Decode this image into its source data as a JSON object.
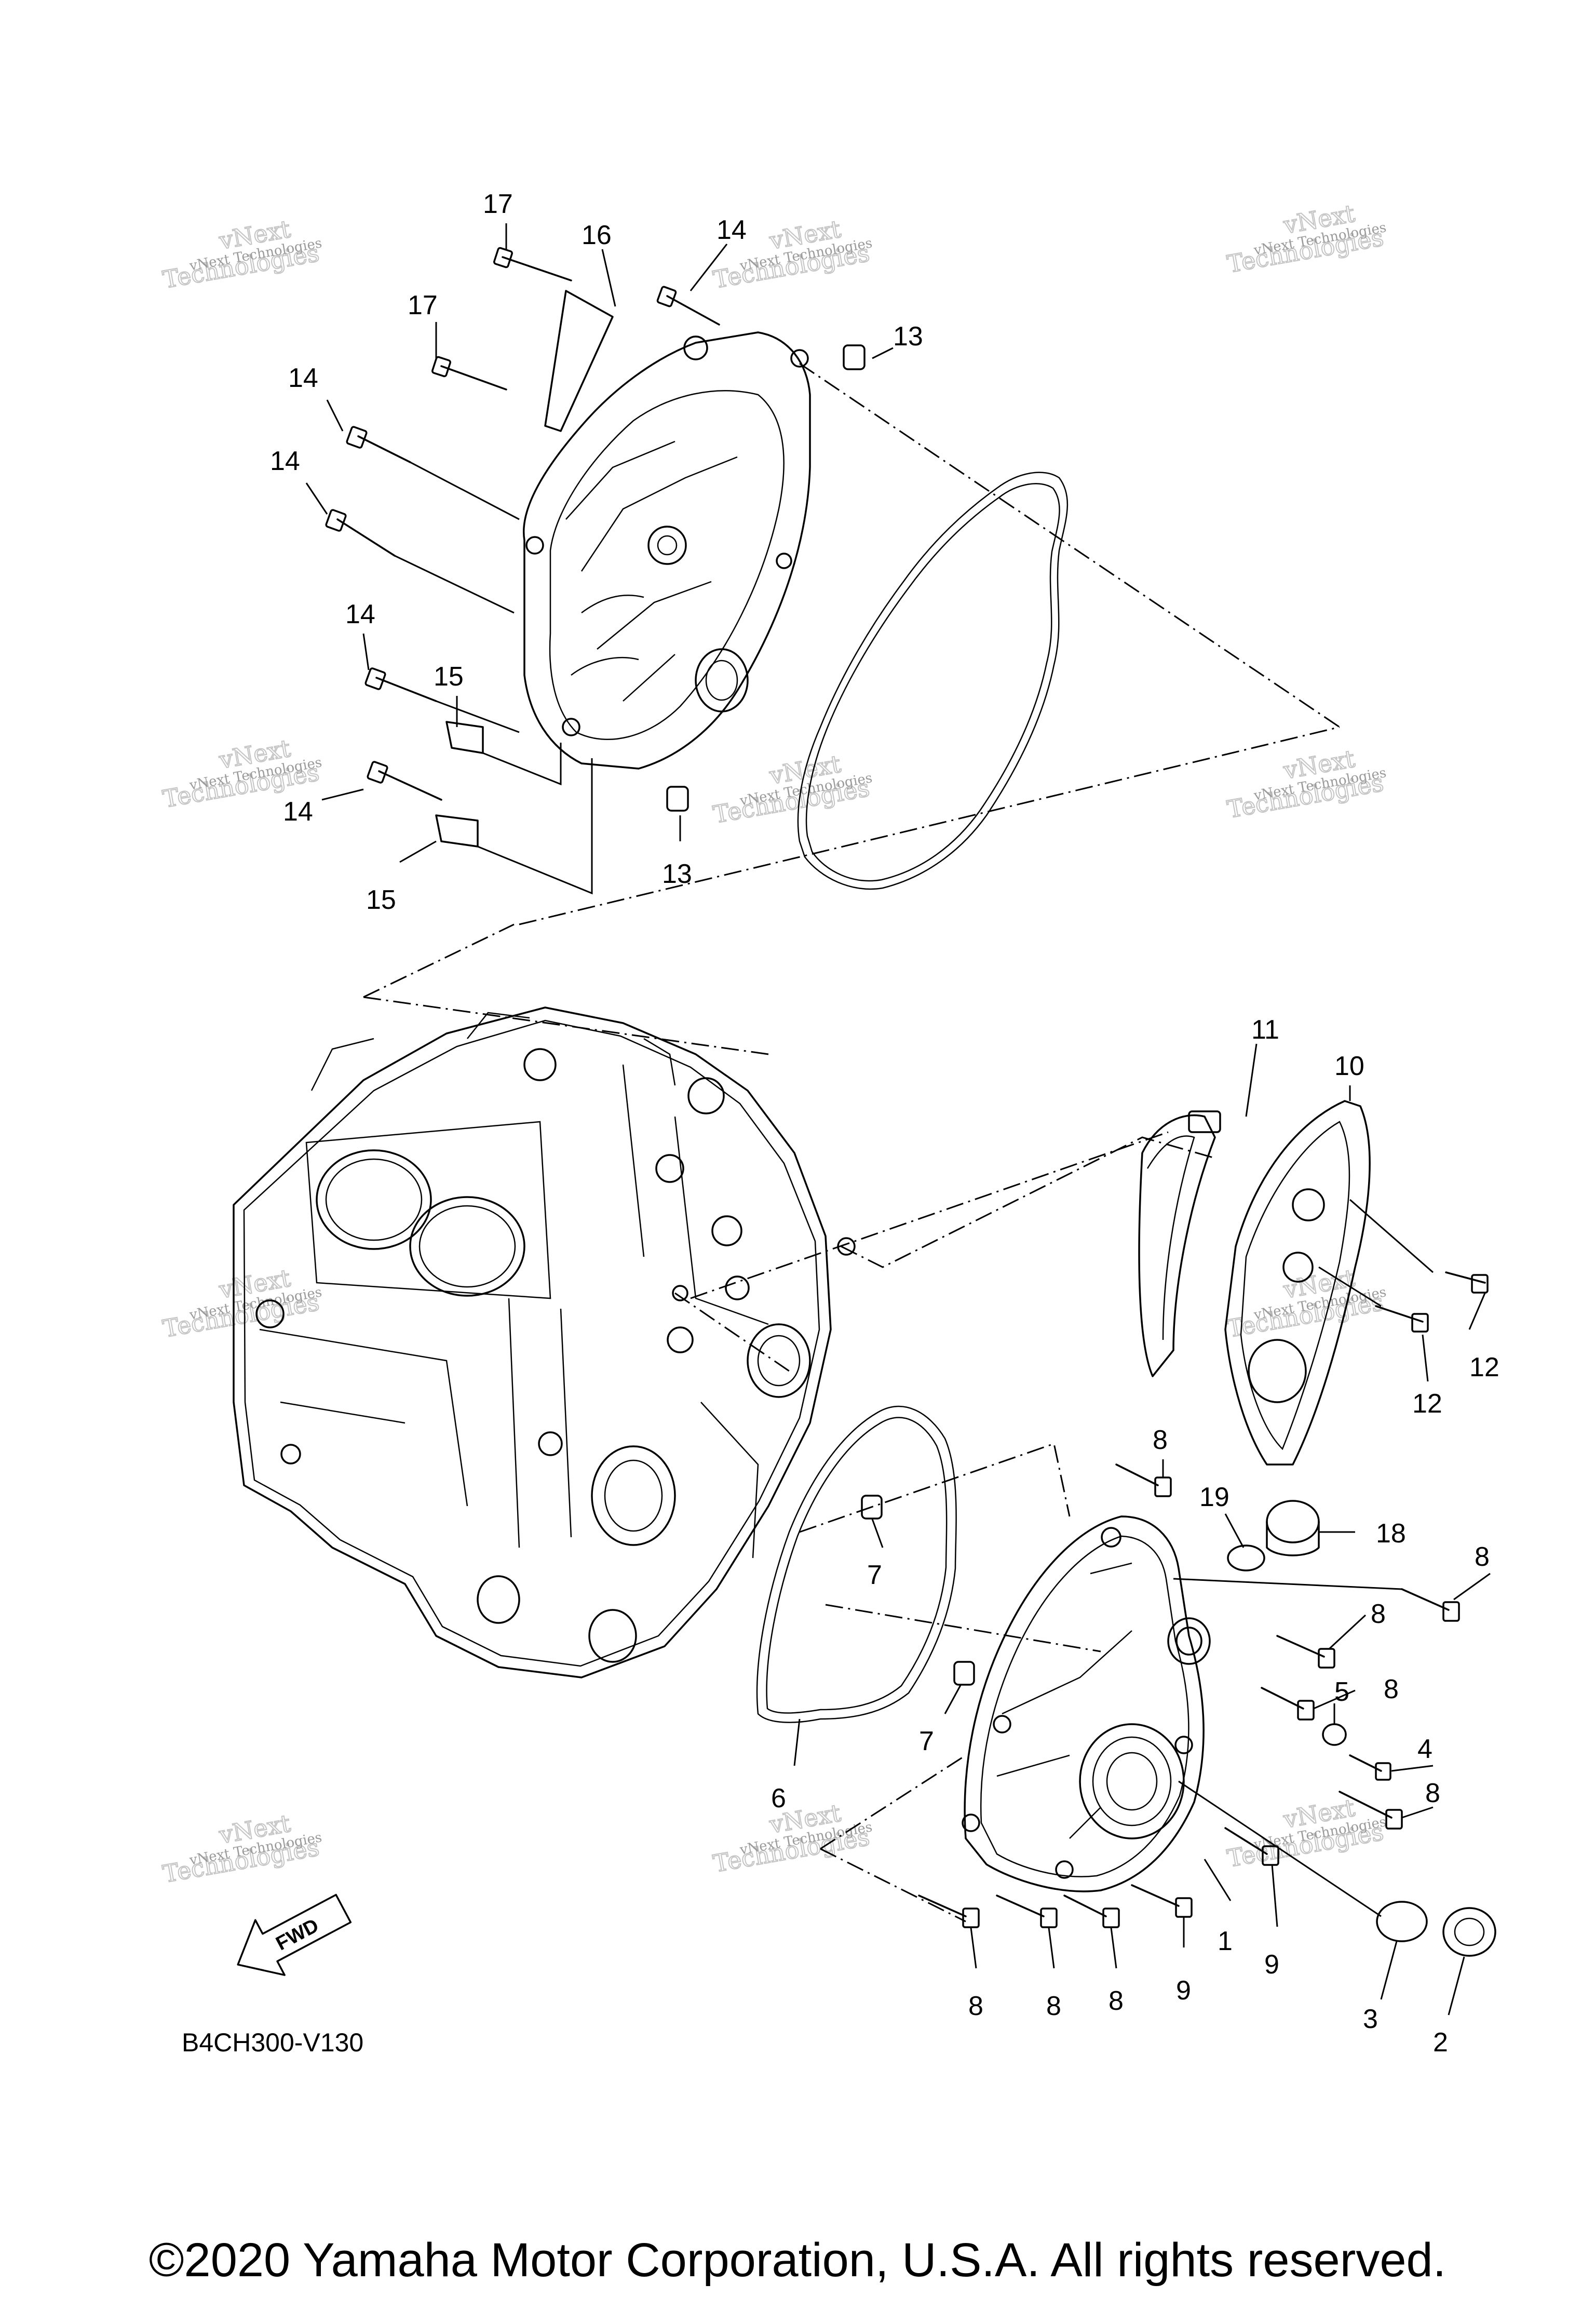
{
  "diagram": {
    "drawing_code": "B4CH300-V130",
    "fwd_label": "FWD",
    "copyright": "©2020 Yamaha Motor Corporation, U.S.A. All rights reserved.",
    "watermark": {
      "line1": "vNext Technologies",
      "line2": "Technologies",
      "sub": "vNext"
    },
    "callouts": [
      {
        "id": "c17a",
        "label": "17"
      },
      {
        "id": "c16",
        "label": "16"
      },
      {
        "id": "c14a",
        "label": "14"
      },
      {
        "id": "c17b",
        "label": "17"
      },
      {
        "id": "c13a",
        "label": "13"
      },
      {
        "id": "c14b",
        "label": "14"
      },
      {
        "id": "c14c",
        "label": "14"
      },
      {
        "id": "c14d",
        "label": "14"
      },
      {
        "id": "c15a",
        "label": "15"
      },
      {
        "id": "c14e",
        "label": "14"
      },
      {
        "id": "c15b",
        "label": "15"
      },
      {
        "id": "c13b",
        "label": "13"
      },
      {
        "id": "c11",
        "label": "11"
      },
      {
        "id": "c10",
        "label": "10"
      },
      {
        "id": "c12a",
        "label": "12"
      },
      {
        "id": "c12b",
        "label": "12"
      },
      {
        "id": "c8a",
        "label": "8"
      },
      {
        "id": "c19",
        "label": "19"
      },
      {
        "id": "c18",
        "label": "18"
      },
      {
        "id": "c8b",
        "label": "8"
      },
      {
        "id": "c7a",
        "label": "7"
      },
      {
        "id": "c8c",
        "label": "8"
      },
      {
        "id": "c8d",
        "label": "8"
      },
      {
        "id": "c7b",
        "label": "7"
      },
      {
        "id": "c5",
        "label": "5"
      },
      {
        "id": "c4",
        "label": "4"
      },
      {
        "id": "c6",
        "label": "6"
      },
      {
        "id": "c8e",
        "label": "8"
      },
      {
        "id": "c1",
        "label": "1"
      },
      {
        "id": "c9a",
        "label": "9"
      },
      {
        "id": "c9b",
        "label": "9"
      },
      {
        "id": "c8f",
        "label": "8"
      },
      {
        "id": "c8g",
        "label": "8"
      },
      {
        "id": "c8h",
        "label": "8"
      },
      {
        "id": "c3",
        "label": "3"
      },
      {
        "id": "c2",
        "label": "2"
      }
    ]
  }
}
